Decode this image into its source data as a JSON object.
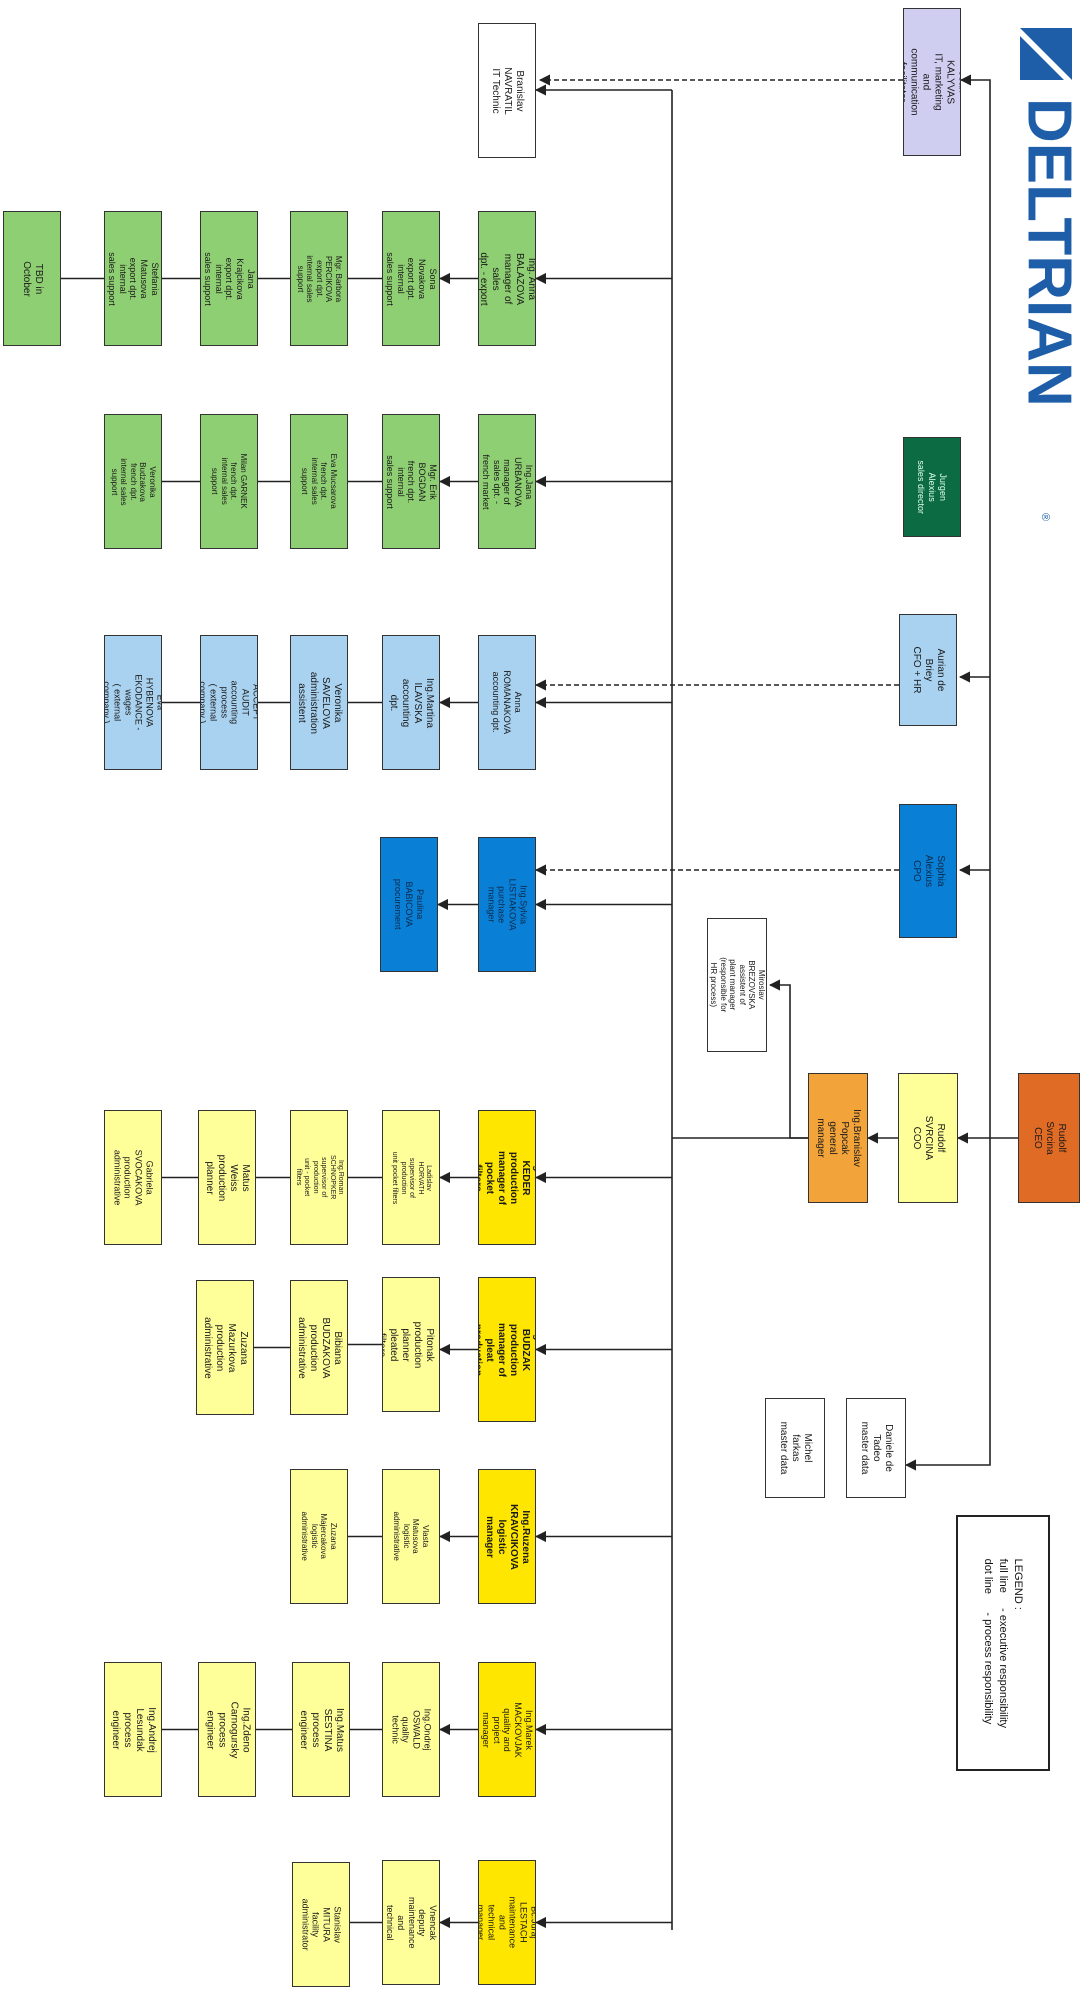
{
  "brand": {
    "name": "DELTRIAN",
    "mark": "®",
    "color": "#1e5ea8"
  },
  "legend": {
    "title": "LEGEND :",
    "items": [
      {
        "key": "full line",
        "desc": "- executive responsibility"
      },
      {
        "key": "dot line",
        "desc": "- process responsibility"
      }
    ]
  },
  "colors": {
    "ceo": "#e06b24",
    "director": "#0d6b43",
    "cfo": "#a9d2f0",
    "cpo": "#0a7fd6",
    "coo": "#ffff99",
    "gm": "#f2a33a",
    "green": "#8fcf73",
    "lavender": "#cfcdf0",
    "yellow": "#ffe600",
    "lightyellow": "#ffff99",
    "white": "#ffffff",
    "procurement": "#0a7fd6",
    "accounting": "#a9d2f0"
  },
  "nodes": {
    "jean": "Jean KALYVAS\nIT, marketing and\ncommunication facilitator",
    "jurgen": "Jurgen Alexius\nsales director",
    "aurian": "Aurian de Briey\nCFO + HR",
    "sophia": "Sophia Alexius\nCPO",
    "rudolf_ceo": "Rudolf Svrcina\nCEO",
    "rudolf_coo": "Rudolf SVRCINA\nCOO",
    "popcak": "Ing.Branislav Popcak\ngeneral manager",
    "daniele": "Daniele de Tadeo\nmaster data",
    "michel": "Michel farkas\nmaster data",
    "navratil": "Branislav NAVRATIL\nIT Technic",
    "brezovska": "Miroslav BREZOVSKA\nassistent of plant manager\n(responsible for HR process)",
    "balazova": "Ing. Anna BALAZOVA\nmanager of sales\ndpt. - export",
    "novakova": "Sona Novakova\nexport dpt. internal\nsales support",
    "percikova": "Mgr. Barbora PERCIKOVA\nexport dpt. internal sales\nsupport",
    "krajcikova": "Jana Krajcikova\nexport dpt. internal\nsales support",
    "matusova": "Stefania Matusova\nexport dpt. internal\nsales support",
    "tbd": "TBD in October",
    "urbanova": "Ing.Jana URBANOVA\nmanager of sales dpt. -\nfrench market",
    "bogdan": "Mgr. Erik BOGDAN\nfrench dpt. internal\nsales support",
    "mucsarova": "Eva Mucsarova\nfrench dpt. internal sales\nsupport",
    "garnek": "Milan GARNEK\nfrench dpt. internal sales\nsupport",
    "budzakova": "Veronika Budzakova\nfrench dpt. internal sales\nsupport",
    "romanakova": "Anna ROMANAKOVA\naccounting dpt.",
    "ilavska": "Ing.Martina ILAVSKA\naccounting dpt.",
    "savelova": "Veronika SAVELOVA\nadministration\nassistent",
    "accept": "ACCEPT AUDIT\naccounting process\n( external company )",
    "hybenova": "Eva HYBENOVA\nEKODANCE - wages\n( external company )",
    "listiakova": "Ing.Sylvia LISTIAKOVA\npurchase manager",
    "babicova": "Paulina BABICOVA\nprocurement",
    "keder": "Ing.Milan KEDER\nproduction manager of\npocket filters",
    "horvath": "Ladislav HORVATH\nsupervisor of production\nunit pocket filters",
    "schnopker": "Ing.Roman SCHNOPKER\nsupervisor of production\nunit - pocket filters",
    "weiss": "Matus Weiss\nproduction planner",
    "svocakova": "Gabriela SVOCAKOVA\nproduction\nadministrative",
    "budzak": "Ing.Marcel BUDZAK\nproduction manager of\npleat production",
    "pitonak": "Jozef Pitonak\nproduction planner\npleated filters",
    "bibiana": "Bibiana BUDZAKOVA\nproduction\nadministrative",
    "mazurkova": "Zuzana Mazurkova\nproduction\nadministrative",
    "kravcikova": "Ing.Ruzena\nKRAVCIKOVA\nlogistic manager",
    "matusova_v": "Vlasta Matusova\nlogistic administrative",
    "majercakova": "Zuzana Majercakova\nlogistic administrative",
    "mackovjak": "Ing.Marek MACKOVJAK\nquality and project\nmanager",
    "oswald": "Ing.Ondrej OSWALD\nquality technic",
    "sestina": "Ing.Matus SESTINA\nprocess engineer",
    "carnogursky": "Ing.Zdeno Carnogursky\nprocess engineer",
    "lesundak": "Ing.Andrej Lesundak\nprocess engineer",
    "lestach": "Bc.Juraj LESTACH\nmaintenance and\ntechnical manager",
    "vnencak": "Peter Vnencak\ndeputy maintenance and\ntechnical manager",
    "mitura": "Stanislav MITURA\nfacility administrator"
  }
}
